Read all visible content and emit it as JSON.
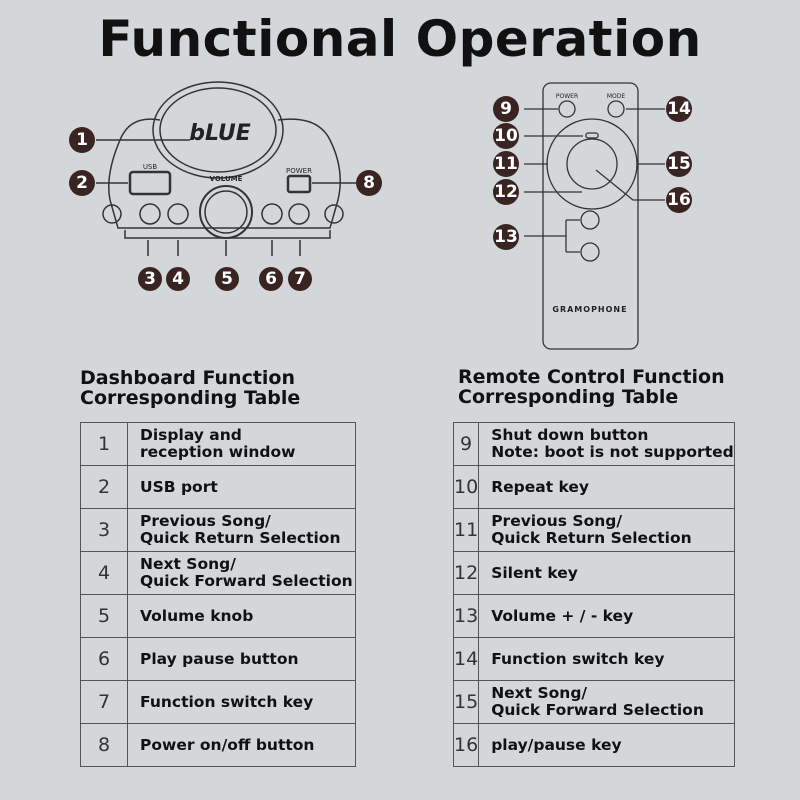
{
  "title": "Functional Operation",
  "dashboard": {
    "display_text": "bLUE",
    "usb_label": "USB",
    "power_label": "POWER",
    "volume_label": "VOLUME",
    "callouts": [
      "1",
      "2",
      "3",
      "4",
      "5",
      "6",
      "7",
      "8"
    ]
  },
  "remote": {
    "power_label": "POWER",
    "mode_label": "MODE",
    "brand": "GRAMOPHONE",
    "callouts": [
      "9",
      "10",
      "11",
      "12",
      "13",
      "14",
      "15",
      "16"
    ]
  },
  "dashboard_table": {
    "title_lines": [
      "Dashboard Function",
      "Corresponding Table"
    ],
    "rows": [
      {
        "num": "1",
        "lines": [
          "Display and",
          "reception window"
        ]
      },
      {
        "num": "2",
        "lines": [
          "USB port"
        ]
      },
      {
        "num": "3",
        "lines": [
          "Previous Song/",
          "Quick Return Selection"
        ]
      },
      {
        "num": "4",
        "lines": [
          "Next Song/",
          "Quick Forward Selection"
        ]
      },
      {
        "num": "5",
        "lines": [
          "Volume knob"
        ]
      },
      {
        "num": "6",
        "lines": [
          "Play pause button"
        ]
      },
      {
        "num": "7",
        "lines": [
          "Function switch key"
        ]
      },
      {
        "num": "8",
        "lines": [
          "Power on/off button"
        ]
      }
    ]
  },
  "remote_table": {
    "title_lines": [
      "Remote Control Function",
      "Corresponding Table"
    ],
    "rows": [
      {
        "num": "9",
        "lines": [
          "Shut down button",
          "Note: boot is not supported"
        ]
      },
      {
        "num": "10",
        "lines": [
          "Repeat key"
        ]
      },
      {
        "num": "11",
        "lines": [
          "Previous Song/",
          "Quick Return Selection"
        ]
      },
      {
        "num": "12",
        "lines": [
          "Silent key"
        ]
      },
      {
        "num": "13",
        "lines": [
          "Volume + / - key"
        ]
      },
      {
        "num": "14",
        "lines": [
          "Function switch key"
        ]
      },
      {
        "num": "15",
        "lines": [
          "Next Song/",
          "Quick Forward Selection"
        ]
      },
      {
        "num": "16",
        "lines": [
          "play/pause key"
        ]
      }
    ]
  }
}
